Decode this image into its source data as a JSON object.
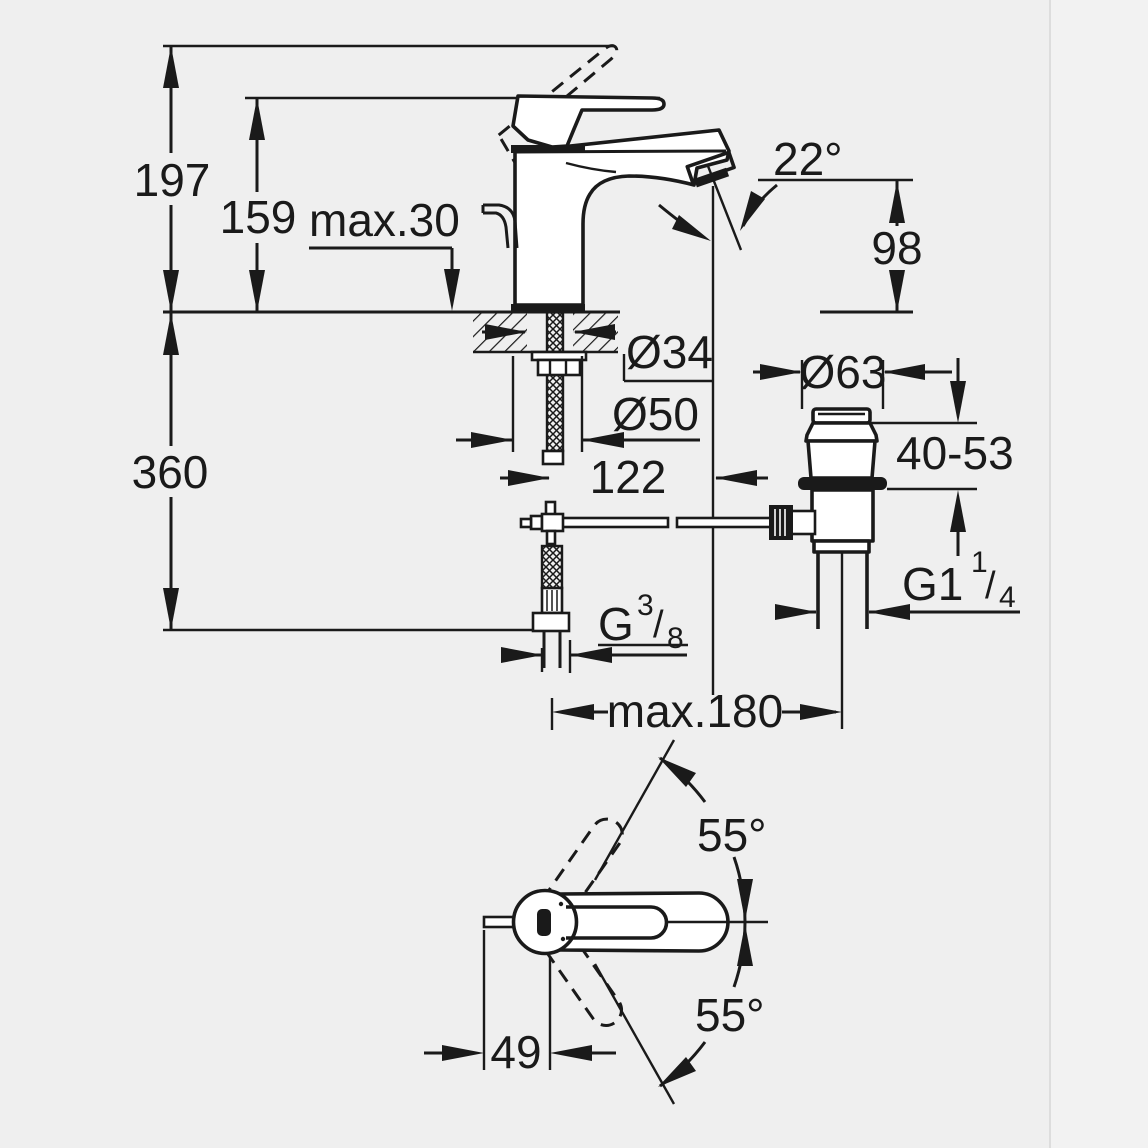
{
  "canvas": {
    "background": "#efefef",
    "right_panel_background": "#f2f2f2",
    "seam_color": "#dddddd",
    "ink_color": "#1a1a1a"
  },
  "diagram": {
    "type": "technical-dimension-drawing",
    "subject": "single-lever basin mixer faucet with pop-up waste set",
    "side_view": {
      "overall_height": "197",
      "height_to_handle": "159",
      "max_deck_thickness": "max.30",
      "stream_angle": "22°",
      "spout_outlet_height": "98",
      "shank_hole_diameter": "Ø34",
      "base_diameter": "Ø50",
      "spout_projection": "122",
      "hose_length": "360",
      "supply_thread": {
        "prefix": "G",
        "numerator": "3",
        "slash": "/",
        "denominator": "8"
      },
      "rod_reach": "max.180"
    },
    "waste_set": {
      "flange_diameter": "Ø63",
      "deck_thickness_range": "40-53",
      "waste_thread": {
        "prefix": "G1",
        "numerator": "1",
        "slash": "/",
        "denominator": "4"
      }
    },
    "top_view": {
      "handle_swing_upper": "55°",
      "handle_swing_lower": "55°",
      "handle_pivot_offset": "49"
    }
  }
}
